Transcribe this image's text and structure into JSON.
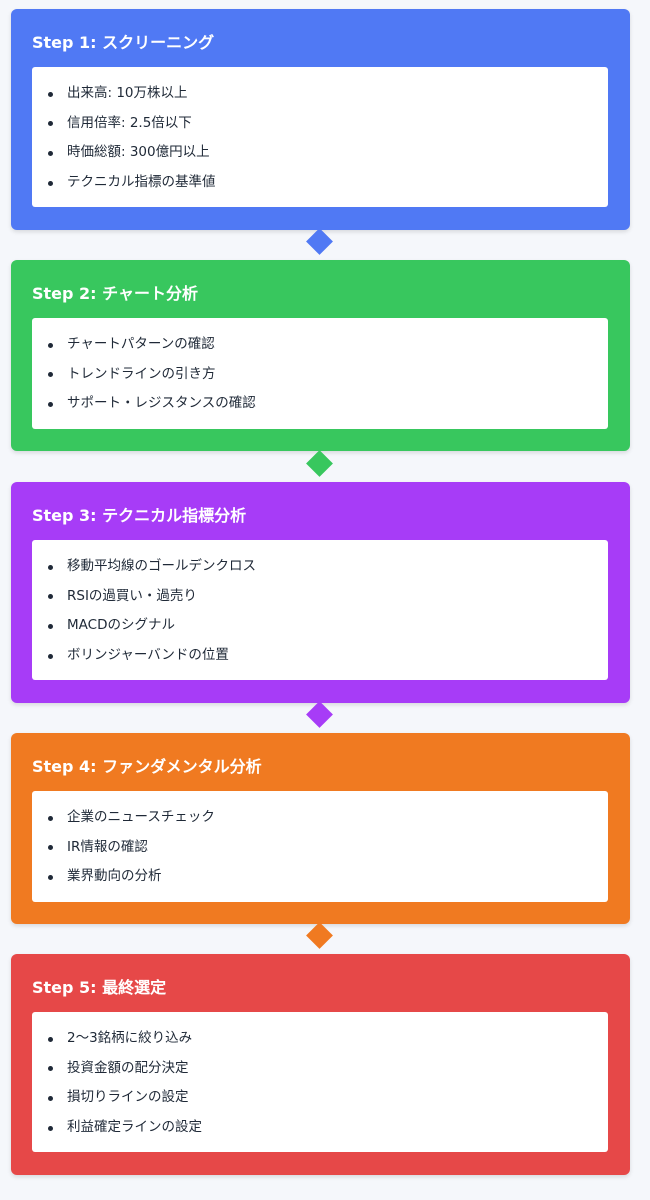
{
  "steps": [
    {
      "title": "Step 1: スクリーニング",
      "color": "#5079f4",
      "items": [
        "出来高: 10万株以上",
        "信用倍率: 2.5倍以下",
        "時価総額: 300億円以上",
        "テクニカル指標の基準値"
      ]
    },
    {
      "title": "Step 2: チャート分析",
      "color": "#38c75e",
      "items": [
        "チャートパターンの確認",
        "トレンドラインの引き方",
        "サポート・レジスタンスの確認"
      ]
    },
    {
      "title": "Step 3: テクニカル指標分析",
      "color": "#a73cf7",
      "items": [
        "移動平均線のゴールデンクロス",
        "RSIの過買い・過売り",
        "MACDのシグナル",
        "ボリンジャーバンドの位置"
      ]
    },
    {
      "title": "Step 4: ファンダメンタル分析",
      "color": "#f07a21",
      "items": [
        "企業のニュースチェック",
        "IR情報の確認",
        "業界動向の分析"
      ]
    },
    {
      "title": "Step 5: 最終選定",
      "color": "#e64848",
      "items": [
        "2〜3銘柄に絞り込み",
        "投資金額の配分決定",
        "損切りラインの設定",
        "利益確定ラインの設定"
      ]
    }
  ]
}
